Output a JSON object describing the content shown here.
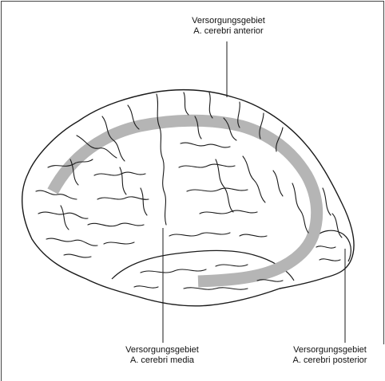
{
  "labels": {
    "anterior": {
      "line1": "Versorgungsgebiet",
      "line2": "A. cerebri anterior"
    },
    "media": {
      "line1": "Versorgungsgebiet",
      "line2": "A. cerebri media"
    },
    "posterior": {
      "line1": "Versorgungsgebiet",
      "line2": "A. cerebri posterior"
    }
  },
  "colors": {
    "outline": "#1a1a1a",
    "territory_band": "#b5b5b5",
    "border": "#444444"
  }
}
